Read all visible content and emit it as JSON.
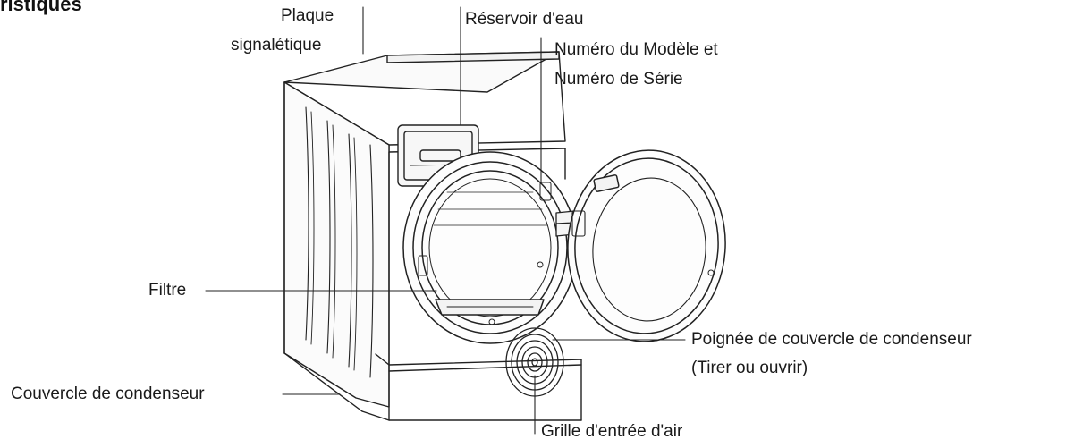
{
  "section_title": "ristiques",
  "labels": {
    "plaque_line1": "Plaque",
    "plaque_line2": "signalétique",
    "reservoir": "Réservoir d'eau",
    "model_line1": "Numéro du Modèle et",
    "model_line2": "Numéro de Série",
    "filtre": "Filtre",
    "poignee_line1": "Poignée de couvercle de condenseur",
    "poignee_line2": "(Tirer ou ouvrir)",
    "couvercle": "Couvercle de condenseur",
    "grille": "Grille d'entrée d'air"
  },
  "colors": {
    "stroke": "#222222",
    "text": "#1a1a1a"
  }
}
